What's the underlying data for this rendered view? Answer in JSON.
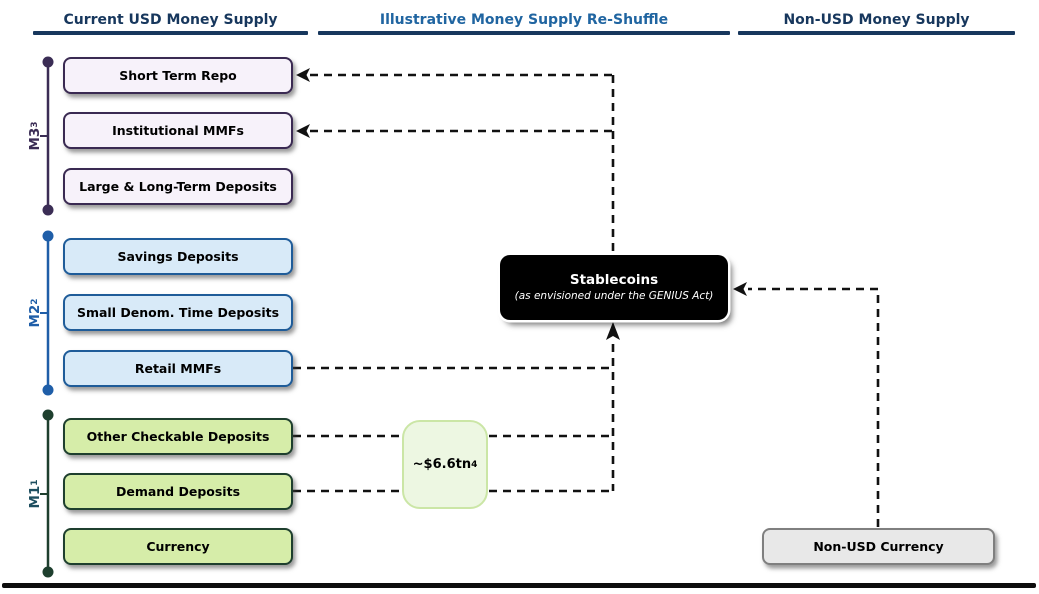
{
  "palette": {
    "header_navy": "#17375D",
    "header_mid_blue": "#2065A1",
    "m3_purple": "#3B2D55",
    "m2_blue": "#1F5EA8",
    "m1_green_line": "#1E3F2E",
    "m1_label_color": "#1D4E5F",
    "purple_box_border": "#3A2A52",
    "purple_box_fill": "#F7F2FA",
    "blue_box_border": "#1F5C99",
    "blue_box_fill": "#D8EAF8",
    "green_box_border": "#1E3F2E",
    "green_box_fill": "#D6EDA9",
    "amount_box_border": "#CBE6A6",
    "amount_box_fill": "#EDF7E2",
    "gray_box_border": "#7F7F7F",
    "gray_box_fill": "#E8E8E8",
    "stablecoin_bg": "#000000",
    "connector_black": "#111111"
  },
  "headers": [
    {
      "label": "Current USD Money Supply"
    },
    {
      "label": "Illustrative Money Supply Re-Shuffle"
    },
    {
      "label": "Non-USD Money Supply"
    }
  ],
  "groups": [
    {
      "label": "M3",
      "superscript": "3"
    },
    {
      "label": "M2",
      "superscript": "2"
    },
    {
      "label": "M1",
      "superscript": "1"
    }
  ],
  "usd_boxes": [
    {
      "label": "Short Term Repo",
      "group": "M3"
    },
    {
      "label": "Institutional MMFs",
      "group": "M3"
    },
    {
      "label": "Large & Long-Term Deposits",
      "group": "M3"
    },
    {
      "label": "Savings Deposits",
      "group": "M2"
    },
    {
      "label": "Small Denom. Time Deposits",
      "group": "M2"
    },
    {
      "label": "Retail MMFs",
      "group": "M2"
    },
    {
      "label": "Other Checkable Deposits",
      "group": "M1"
    },
    {
      "label": "Demand Deposits",
      "group": "M1"
    },
    {
      "label": "Currency",
      "group": "M1"
    }
  ],
  "stablecoins": {
    "title": "Stablecoins",
    "subtitle": "(as envisioned under the GENIUS Act)"
  },
  "amount": {
    "value": "~$6.6tn",
    "superscript": "4"
  },
  "non_usd": {
    "currency_label": "Non-USD Currency"
  }
}
